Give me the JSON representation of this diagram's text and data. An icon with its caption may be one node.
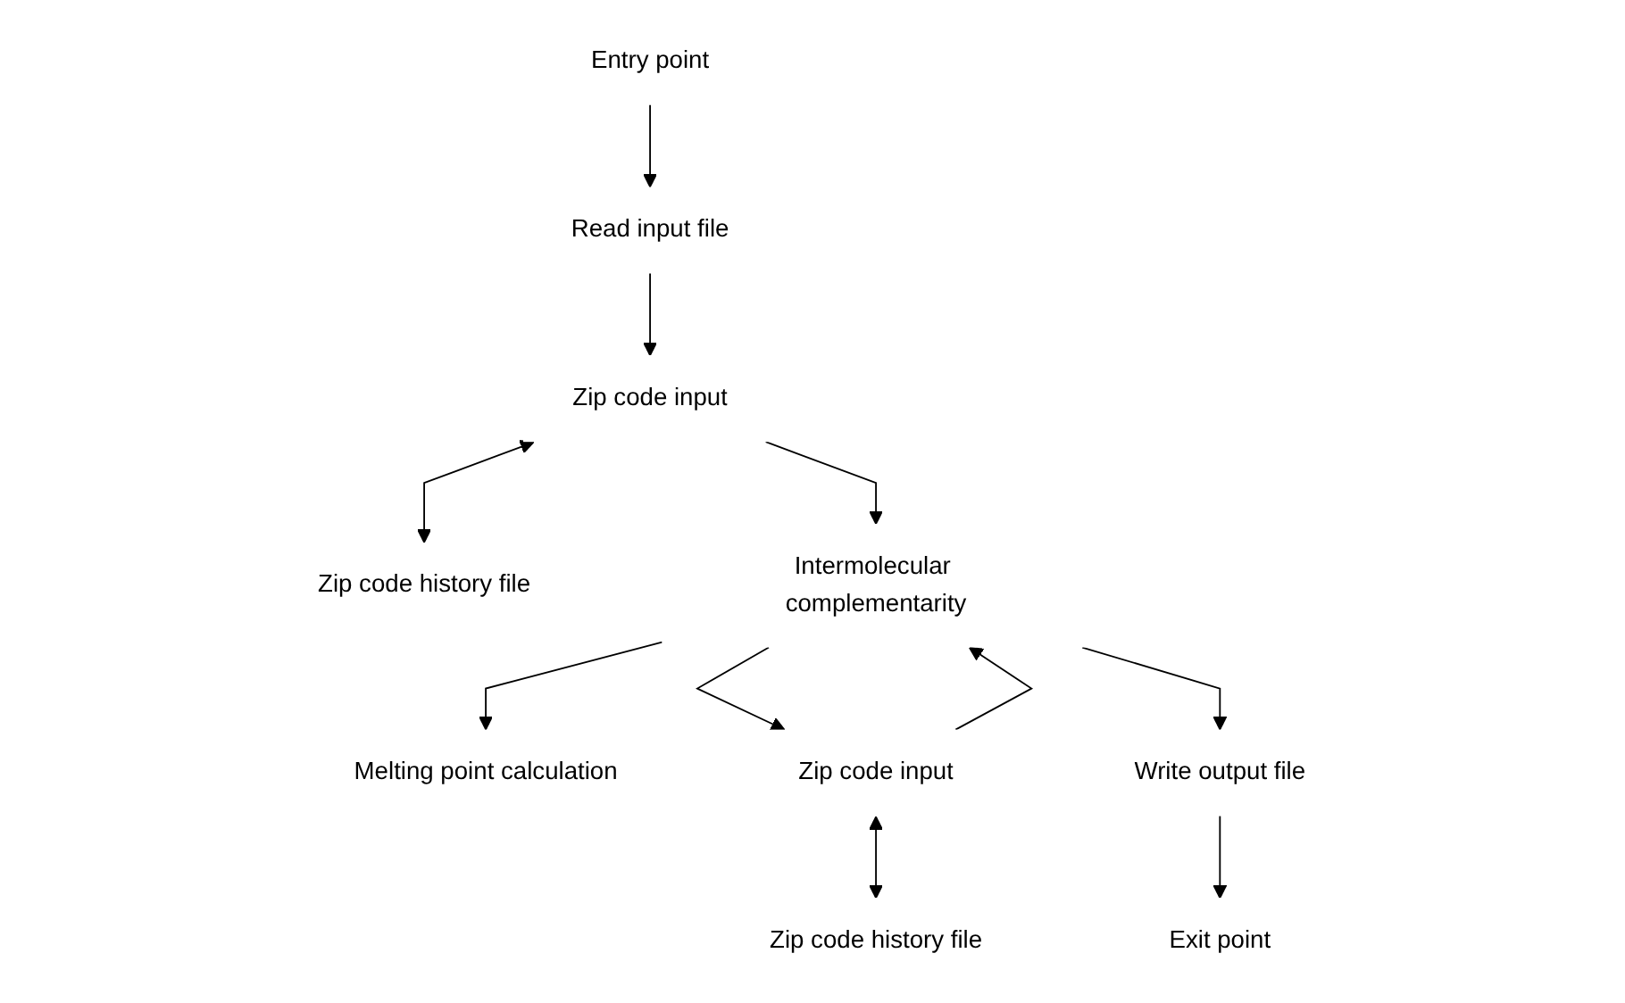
{
  "diagram": {
    "nodes": [
      {
        "text": [
          "Entry point"
        ]
      },
      {
        "text": [
          "Read input file"
        ]
      },
      {
        "text": [
          "Zip code input"
        ]
      },
      {
        "text": [
          "Zip code history file"
        ]
      },
      {
        "text": [
          "Melting point calculation"
        ]
      },
      {
        "text": [
          "Intermolecular complementarity"
        ]
      },
      {
        "text": [
          "Zip code input"
        ]
      },
      {
        "text": [
          "Zip code history file"
        ]
      },
      {
        "text": [
          "Write output file"
        ]
      },
      {
        "text": [
          "Exit point"
        ]
      }
    ],
    "edges": [
      {
        "from": 0,
        "to": 1,
        "arrow": "to"
      },
      {
        "from": 1,
        "to": 2,
        "arrow": "to"
      },
      {
        "from": 2,
        "to": 3,
        "arrow": "both"
      },
      {
        "from": 2,
        "to": 5,
        "arrow": "to"
      },
      {
        "from": 5,
        "to": 4,
        "arrow": "to"
      },
      {
        "from": 5,
        "to": 6,
        "arrow": "to"
      },
      {
        "from": 6,
        "to": 7,
        "arrow": "both"
      },
      {
        "from": 6,
        "to": 5,
        "arrow": "to"
      },
      {
        "from": 5,
        "to": 8,
        "arrow": "to"
      },
      {
        "from": 8,
        "to": 9,
        "arrow": "to"
      }
    ]
  }
}
